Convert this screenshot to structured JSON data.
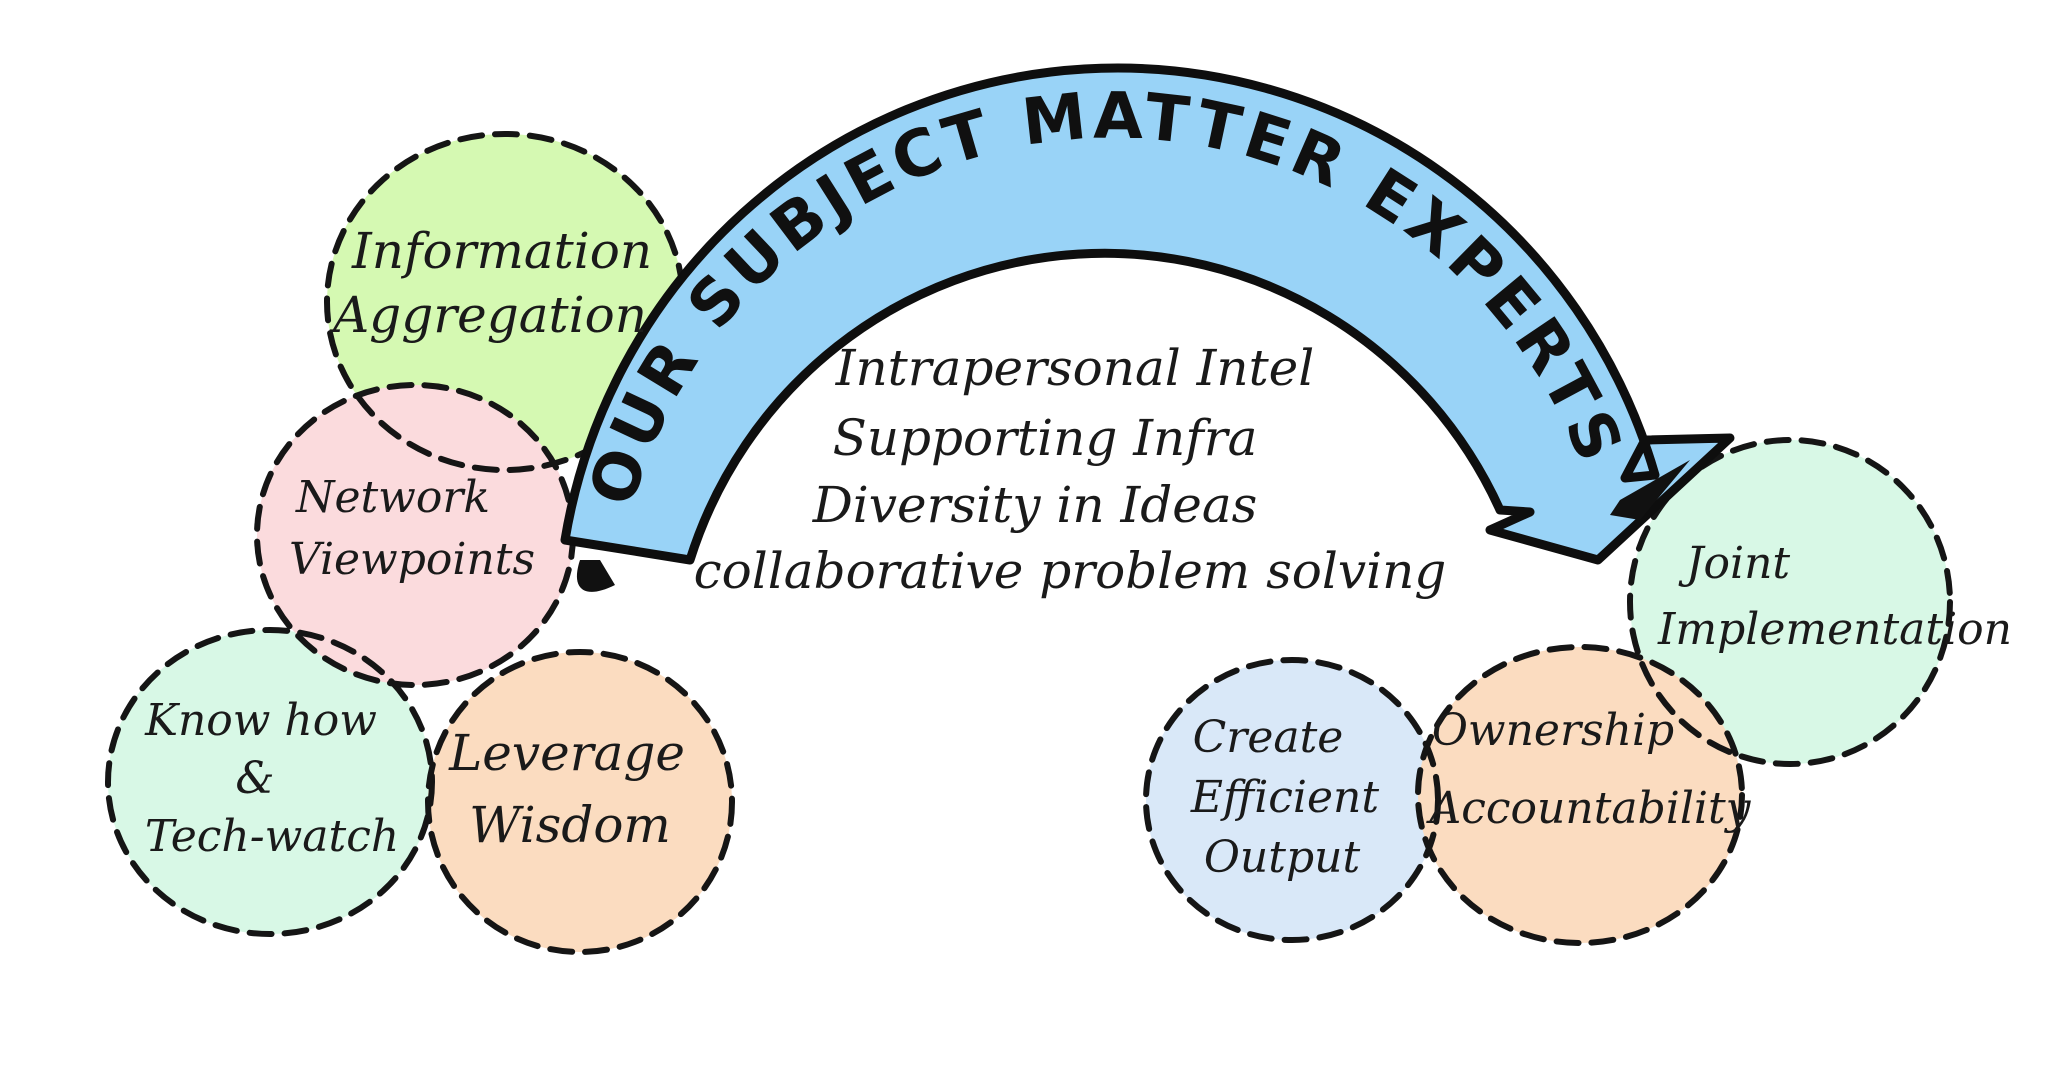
{
  "colors": {
    "banner_fill": "#99d3f7",
    "outline": "#151515",
    "green": "#d5f9b2",
    "pink": "#fbdbdd",
    "mint": "#d8f8e6",
    "peach": "#fbdcc0",
    "light_blue": "#d9e8f8"
  },
  "banner": {
    "text": "OUR SUBJECT MATTER EXPERTS"
  },
  "center_list": [
    "Intrapersonal Intel",
    "Supporting Infra",
    "Diversity in Ideas",
    "collaborative problem solving"
  ],
  "bubbles": {
    "information_aggregation": {
      "lines": [
        "Information",
        "Aggregation"
      ],
      "color": "green"
    },
    "network_viewpoints": {
      "lines": [
        "Network",
        "Viewpoints"
      ],
      "color": "pink"
    },
    "know_how": {
      "lines": [
        "Know how",
        "&",
        "Tech-watch"
      ],
      "color": "mint"
    },
    "leverage_wisdom": {
      "lines": [
        "Leverage",
        "Wisdom"
      ],
      "color": "peach"
    },
    "create_output": {
      "lines": [
        "Create",
        "Efficient",
        "Output"
      ],
      "color": "light_blue"
    },
    "ownership": {
      "lines": [
        "Ownership",
        "Accountability"
      ],
      "color": "peach"
    },
    "joint_implementation": {
      "lines": [
        "Joint",
        "Implementation"
      ],
      "color": "mint"
    }
  }
}
